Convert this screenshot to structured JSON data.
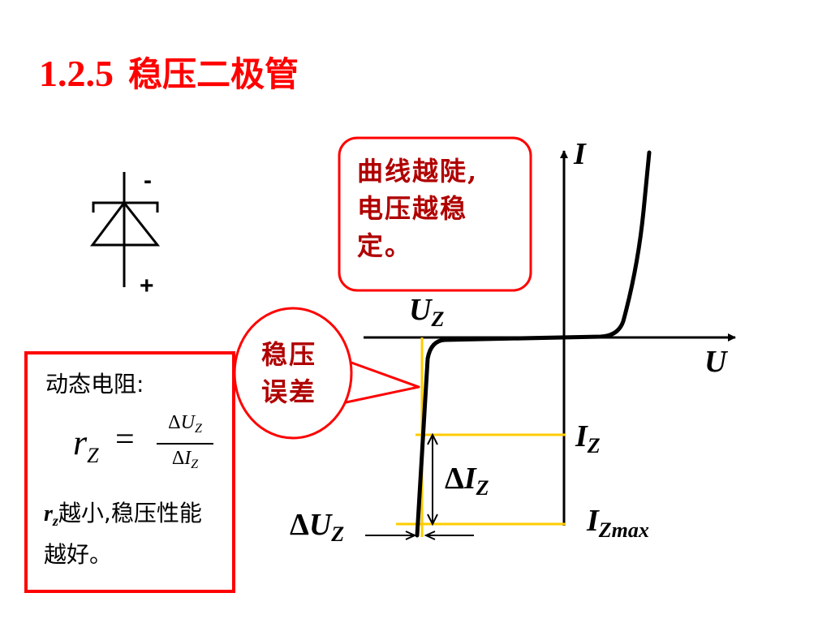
{
  "title": {
    "number": "1.2.5",
    "text": "稳压二极管"
  },
  "symbol": {
    "minus_sign": "-",
    "plus_sign": "+"
  },
  "callout_top": {
    "text": "曲线越陡,\n电压越稳\n定。"
  },
  "callout_oval": {
    "text": "稳压\n误差"
  },
  "graph": {
    "axis_y_label": "I",
    "axis_x_label": "U",
    "uz_label": {
      "main": "U",
      "sub": "Z"
    },
    "iz_label": {
      "main": "I",
      "sub": "Z"
    },
    "delta_iz_label": {
      "delta": "Δ",
      "main": "I",
      "sub": "Z"
    },
    "izmax_label": {
      "main": "I",
      "sub": "Zmax"
    },
    "delta_uz_label": {
      "delta": "Δ",
      "main": "U",
      "sub": "Z"
    }
  },
  "box": {
    "heading": "动态电阻:",
    "formula": {
      "lhs": "r",
      "lhs_sub": "Z",
      "equals": "=",
      "num_delta": "Δ",
      "num_var": "U",
      "num_sub": "Z",
      "den_delta": "Δ",
      "den_var": "I",
      "den_sub": "Z"
    },
    "note_var": "r",
    "note_sub": "z",
    "note_text": "越小,稳压性能越好。"
  },
  "colors": {
    "title": "#ff0000",
    "callout_text": "#b00000",
    "callout_border": "#ff0000",
    "highlight_line": "#ffcc00",
    "curve": "#000000"
  }
}
